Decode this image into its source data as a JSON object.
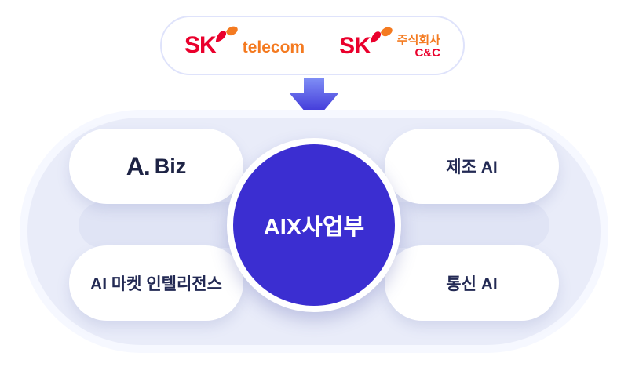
{
  "header": {
    "logos": {
      "telecom": {
        "sk": "SK",
        "name": "telecom"
      },
      "cnc": {
        "sk": "SK",
        "name_top": "주식회사",
        "name_bottom": "C&C"
      }
    }
  },
  "diagram": {
    "center_label": "AIX사업부",
    "nodes": {
      "abiz": {
        "mark": "A.",
        "text": "Biz"
      },
      "manufacturing": {
        "label": "제조 AI"
      },
      "market_intel": {
        "label": "AI 마켓 인텔리전스"
      },
      "telecom_ai": {
        "label": "통신 AI"
      }
    }
  },
  "colors": {
    "sk_red": "#ea002c",
    "sk_orange": "#f47a20",
    "accent_indigo": "#3b2ed1",
    "panel_bg": "#e9ecf9",
    "text_navy": "#232a54"
  }
}
